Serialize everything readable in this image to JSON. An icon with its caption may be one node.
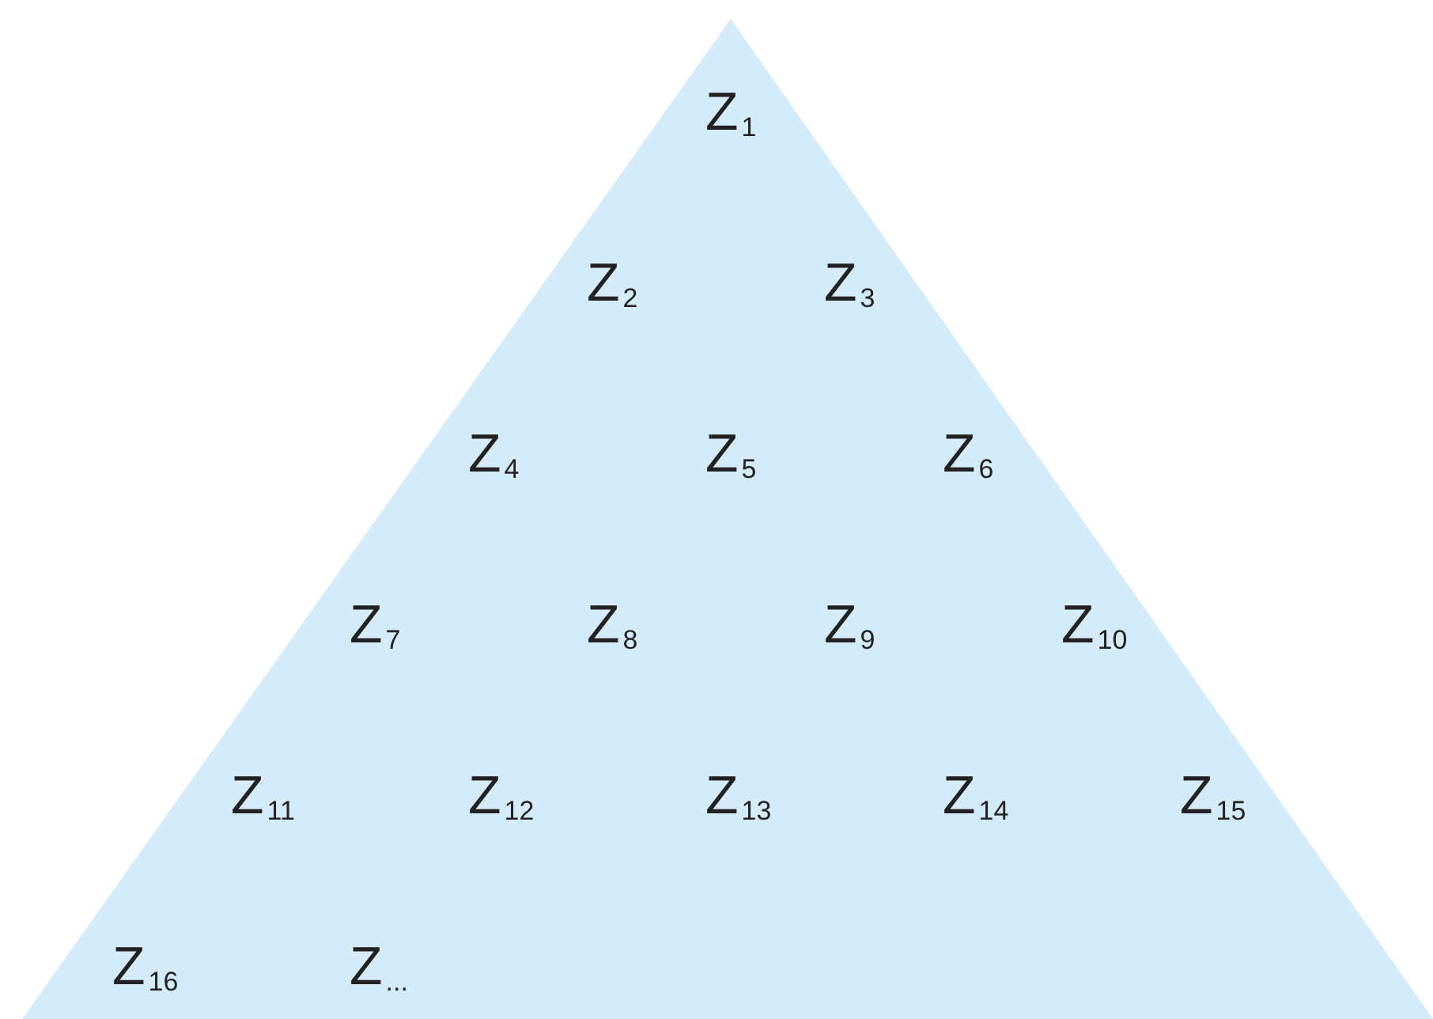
{
  "diagram": {
    "nodes": [
      {
        "text": [
          "Z$_{1}$",
          "Z$_{2}$",
          "Z$_{3}$",
          "Z$_{4}$",
          "Z$_{5}$",
          "Z$_{6}$",
          "Z$_{7}$",
          "Z$_{8}$",
          "Z$_{9}$",
          "Z$_{10}$",
          "Z$_{11}$",
          "Z$_{12}$",
          "Z$_{13}$",
          "Z$_{14}$",
          "Z$_{15}$",
          "Z$_{16}$",
          "Z$_{...}$"
        ]
      }
    ]
  }
}
